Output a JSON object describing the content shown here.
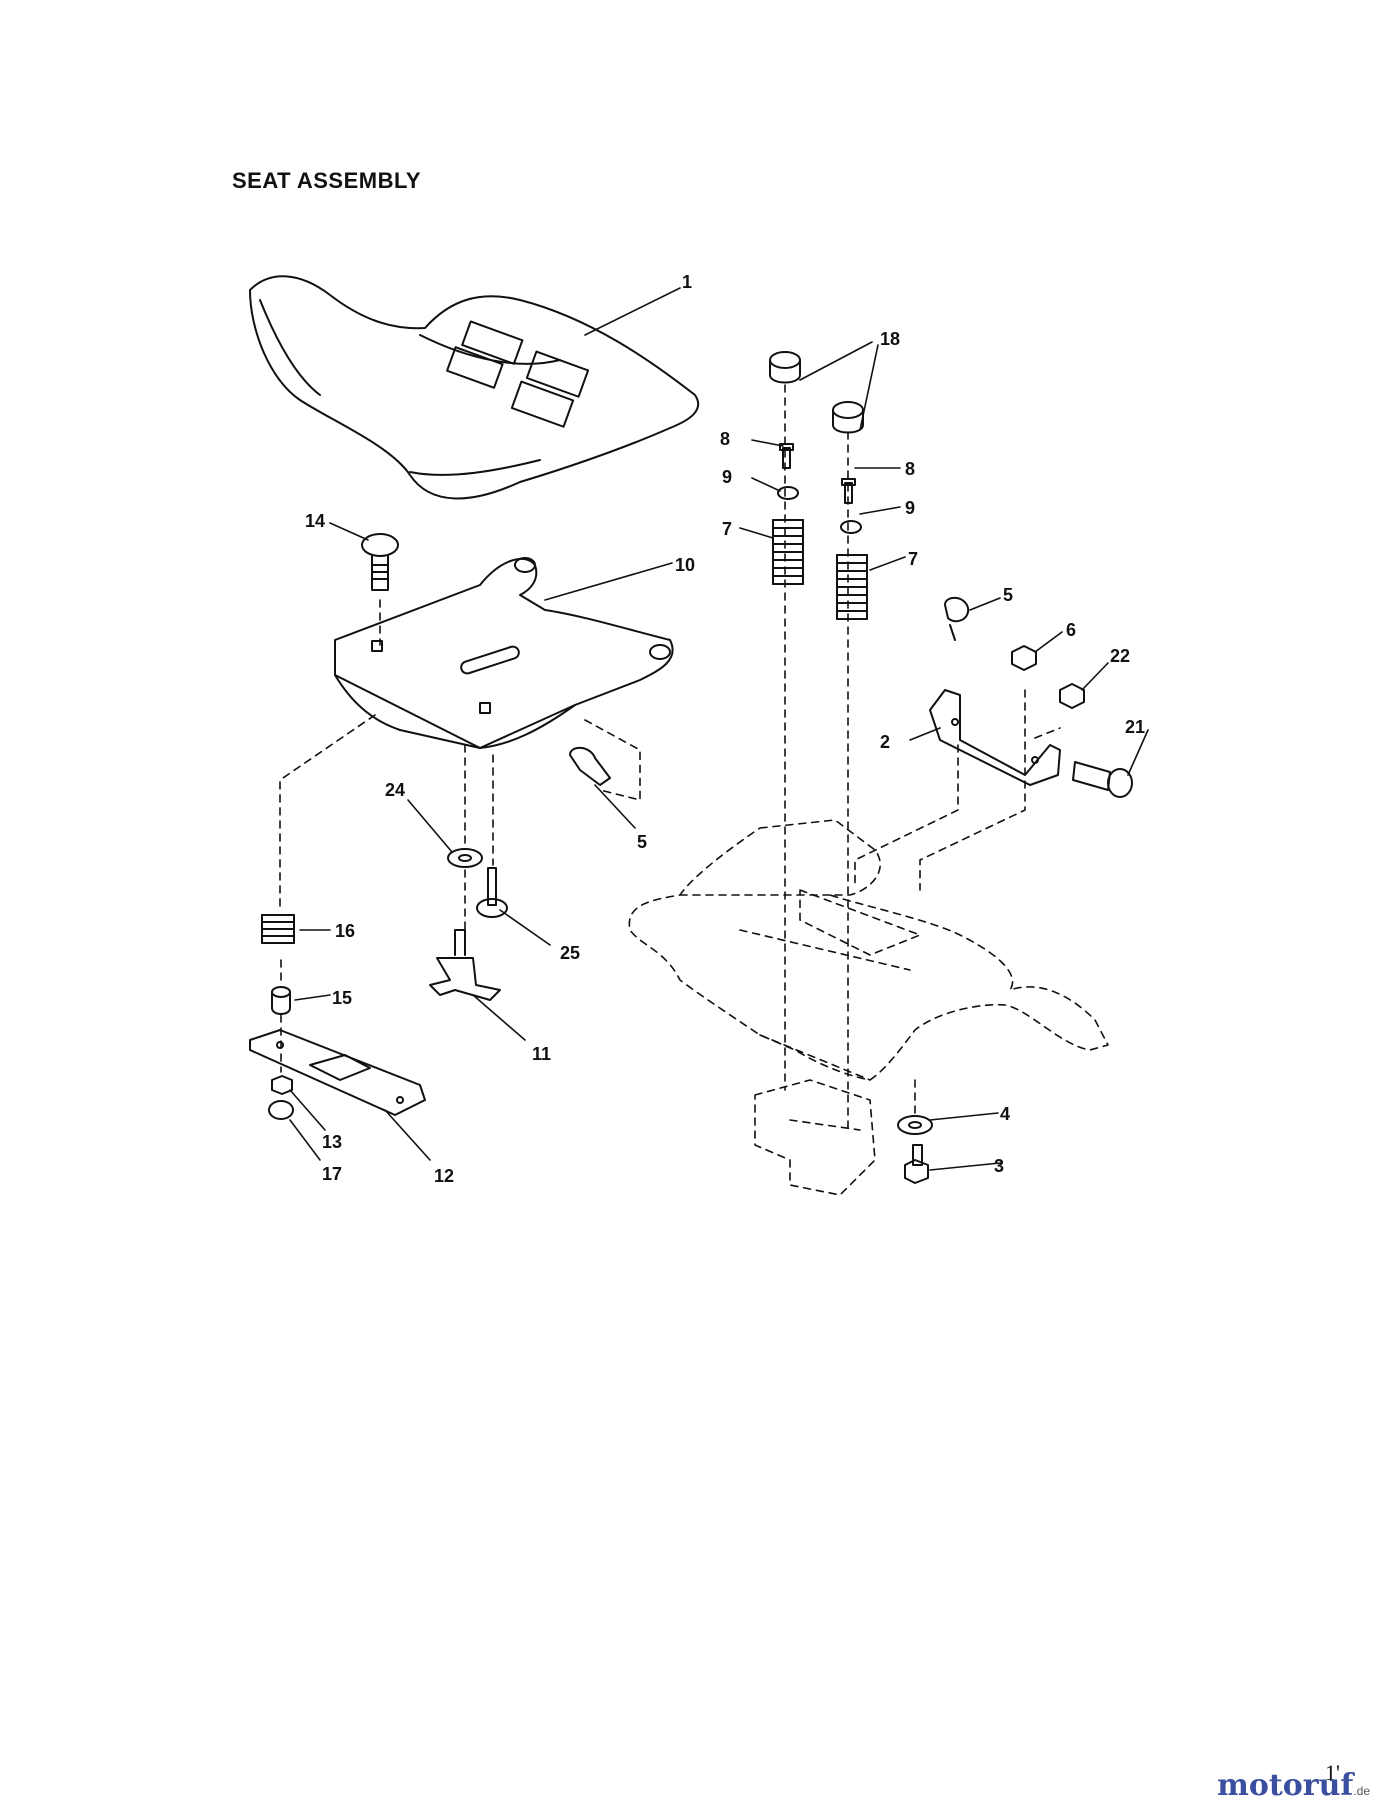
{
  "title": "SEAT ASSEMBLY",
  "page_number": "1'",
  "watermark": {
    "text_main": "motoruf",
    "text_suffix": ".de"
  },
  "colors": {
    "line": "#111111",
    "accent_blue": "#3b4fa0",
    "accent_orange": "#d98b16"
  },
  "callouts": [
    {
      "id": "c1",
      "label": "1"
    },
    {
      "id": "c18",
      "label": "18"
    },
    {
      "id": "c8a",
      "label": "8"
    },
    {
      "id": "c9a",
      "label": "9"
    },
    {
      "id": "c7a",
      "label": "7"
    },
    {
      "id": "c8b",
      "label": "8"
    },
    {
      "id": "c9b",
      "label": "9"
    },
    {
      "id": "c7b",
      "label": "7"
    },
    {
      "id": "c14",
      "label": "14"
    },
    {
      "id": "c10",
      "label": "10"
    },
    {
      "id": "c5a",
      "label": "5"
    },
    {
      "id": "c6",
      "label": "6"
    },
    {
      "id": "c22",
      "label": "22"
    },
    {
      "id": "c2",
      "label": "2"
    },
    {
      "id": "c21",
      "label": "21"
    },
    {
      "id": "c24",
      "label": "24"
    },
    {
      "id": "c5b",
      "label": "5"
    },
    {
      "id": "c16",
      "label": "16"
    },
    {
      "id": "c25",
      "label": "25"
    },
    {
      "id": "c15",
      "label": "15"
    },
    {
      "id": "c11",
      "label": "11"
    },
    {
      "id": "c4",
      "label": "4"
    },
    {
      "id": "c3",
      "label": "3"
    },
    {
      "id": "c13",
      "label": "13"
    },
    {
      "id": "c12",
      "label": "12"
    },
    {
      "id": "c17",
      "label": "17"
    }
  ]
}
